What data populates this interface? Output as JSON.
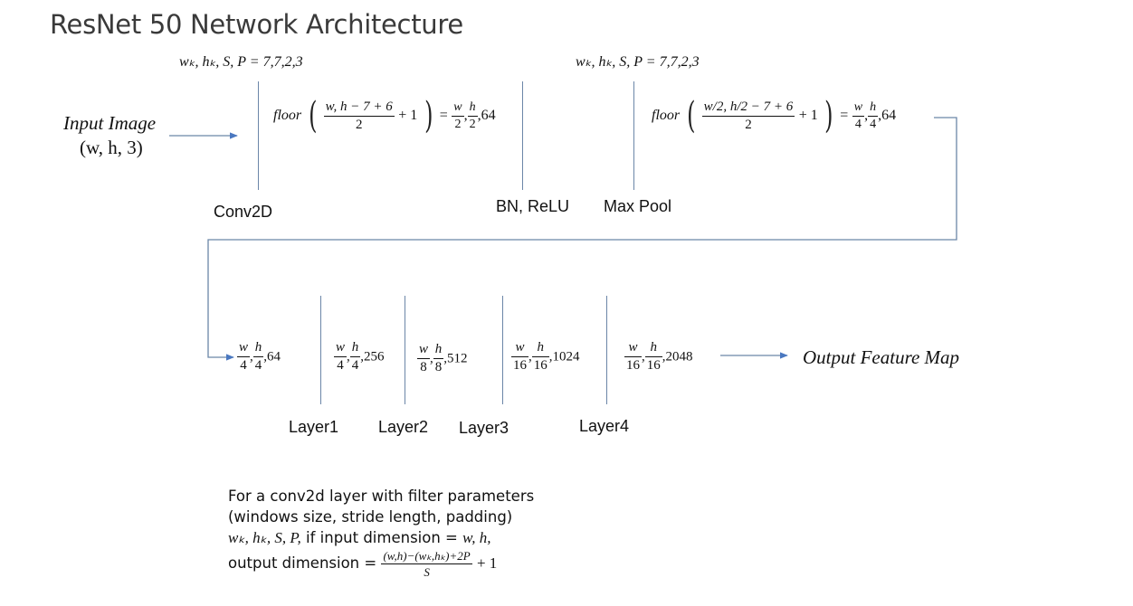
{
  "title": "ResNet 50 Network Architecture",
  "input": {
    "line1": "Input Image",
    "line2": "(w, h, 3)"
  },
  "conv": {
    "params": "wₖ, hₖ, S, P = 7,7,2,3",
    "floor": "floor",
    "num": "w, h − 7 + 6",
    "den": "2",
    "plus1": "+ 1",
    "eq": "=",
    "out_w": "w",
    "out_h": "h",
    "out_den_w": "2",
    "out_den_h": "2",
    "out_c": ",64",
    "label": "Conv2D"
  },
  "bn": {
    "label": "BN, ReLU"
  },
  "pool": {
    "params": "wₖ, hₖ, S, P = 7,7,2,3",
    "floor": "floor",
    "num": "w/2, h/2 − 7 + 6",
    "den": "2",
    "plus1": "+ 1",
    "eq": "=",
    "out_w": "w",
    "out_h": "h",
    "out_den_w": "4",
    "out_den_h": "4",
    "out_c": ",64",
    "label": "Max Pool"
  },
  "stages": [
    {
      "w": "w",
      "h": "h",
      "dw": "4",
      "dh": "4",
      "c": ",64"
    },
    {
      "w": "w",
      "h": "h",
      "dw": "4",
      "dh": "4",
      "c": ",256"
    },
    {
      "w": "w",
      "h": "h",
      "dw": "8",
      "dh": "8",
      "c": ",512"
    },
    {
      "w": "w",
      "h": "h",
      "dw": "16",
      "dh": "16",
      "c": ",1024"
    },
    {
      "w": "w",
      "h": "h",
      "dw": "16",
      "dh": "16",
      "c": ",2048"
    }
  ],
  "layers": [
    "Layer1",
    "Layer2",
    "Layer3",
    "Layer4"
  ],
  "output": "Output Feature Map",
  "note": {
    "line1": "For a conv2d layer with filter parameters",
    "line2": "(windows size, stride length, padding)",
    "line3_math": "wₖ, hₖ, S, P,",
    "line3_text": " if input dimension = ",
    "line3_math2": "w, h,",
    "line4_text": "output dimension = ",
    "formula_num": "(w,h)−(wₖ,hₖ)+2P",
    "formula_den": "S",
    "formula_plus": "+ 1"
  },
  "colors": {
    "line": "#6b86a8",
    "arrow": "#4a78c0",
    "text": "#111111"
  }
}
